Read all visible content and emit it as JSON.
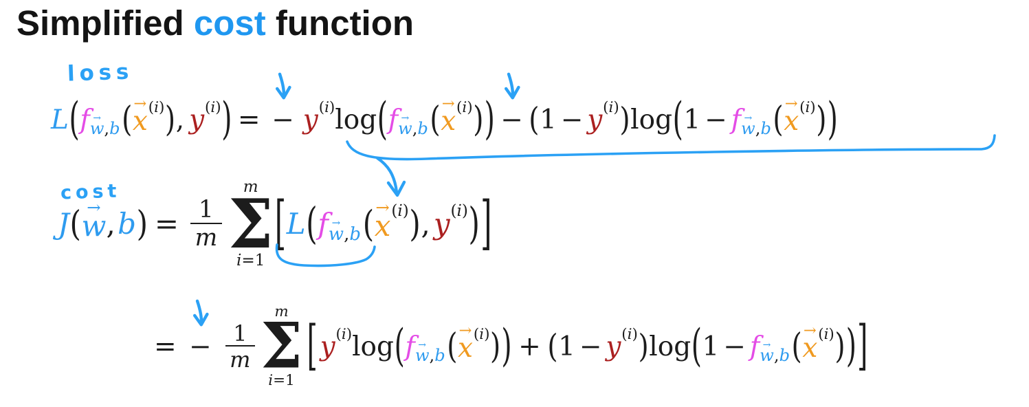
{
  "title": {
    "part1": "Simplified ",
    "part2": "cost",
    "part3": " function"
  },
  "annotations": {
    "loss_label": "loss",
    "cost_label": "cost"
  },
  "colors": {
    "blue": "#2e9bef",
    "magenta": "#e44ce6",
    "orange": "#f09a20",
    "red": "#ab2020",
    "black": "#1c1c1c",
    "pen": "#2ba1f5",
    "title_accent": "#1f97f0",
    "title_text": "#141414"
  },
  "equations": {
    "loss": {
      "label": "loss-function",
      "tokens": [
        {
          "k": "v",
          "v": "L",
          "c": "blue"
        },
        {
          "k": "p",
          "v": "(",
          "h": 1.65
        },
        {
          "k": "v",
          "v": "f",
          "c": "magenta"
        },
        {
          "k": "sub",
          "toks": [
            {
              "k": "vec",
              "v": "w",
              "c": "blue"
            },
            {
              "k": "t",
              "v": ","
            },
            {
              "k": "v",
              "v": "b",
              "c": "blue"
            }
          ]
        },
        {
          "k": "p",
          "v": "(",
          "h": 1.3
        },
        {
          "k": "vec",
          "v": "x",
          "c": "orange"
        },
        {
          "k": "sup",
          "v": "(i)"
        },
        {
          "k": "p",
          "v": ")",
          "h": 1.3
        },
        {
          "k": "t",
          "v": ","
        },
        {
          "k": "sp",
          "w": 0.18
        },
        {
          "k": "v",
          "v": "y",
          "c": "red"
        },
        {
          "k": "sup",
          "v": "(i)"
        },
        {
          "k": "p",
          "v": ")",
          "h": 1.65
        },
        {
          "k": "sp",
          "w": 0.2
        },
        {
          "k": "t",
          "v": "="
        },
        {
          "k": "sp",
          "w": 0.28
        },
        {
          "k": "o",
          "v": "−",
          "a": 1
        },
        {
          "k": "sp",
          "w": 0.18
        },
        {
          "k": "v",
          "v": "y",
          "c": "red"
        },
        {
          "k": "sup",
          "v": "(i)"
        },
        {
          "k": "t",
          "v": "log"
        },
        {
          "k": "p",
          "v": "(",
          "h": 1.65
        },
        {
          "k": "v",
          "v": "f",
          "c": "magenta"
        },
        {
          "k": "sub",
          "toks": [
            {
              "k": "vec",
              "v": "w",
              "c": "blue"
            },
            {
              "k": "t",
              "v": ","
            },
            {
              "k": "v",
              "v": "b",
              "c": "blue"
            }
          ]
        },
        {
          "k": "p",
          "v": "(",
          "h": 1.3
        },
        {
          "k": "vec",
          "v": "x",
          "c": "orange"
        },
        {
          "k": "sup",
          "v": "(i)"
        },
        {
          "k": "p",
          "v": ")",
          "h": 1.3
        },
        {
          "k": "p",
          "v": ")",
          "h": 1.65
        },
        {
          "k": "sp",
          "w": 0.05
        },
        {
          "k": "o",
          "v": "−",
          "a": 1
        },
        {
          "k": "sp",
          "w": 0.05
        },
        {
          "k": "p",
          "v": "(",
          "h": 1.2
        },
        {
          "k": "t",
          "v": "1"
        },
        {
          "k": "o",
          "v": "−"
        },
        {
          "k": "v",
          "v": "y",
          "c": "red"
        },
        {
          "k": "sup",
          "v": "(i)"
        },
        {
          "k": "p",
          "v": ")",
          "h": 1.2
        },
        {
          "k": "t",
          "v": "log"
        },
        {
          "k": "p",
          "v": "(",
          "h": 1.65
        },
        {
          "k": "t",
          "v": "1"
        },
        {
          "k": "o",
          "v": "−"
        },
        {
          "k": "v",
          "v": "f",
          "c": "magenta"
        },
        {
          "k": "sub",
          "toks": [
            {
              "k": "vec",
              "v": "w",
              "c": "blue"
            },
            {
              "k": "t",
              "v": ","
            },
            {
              "k": "v",
              "v": "b",
              "c": "blue"
            }
          ]
        },
        {
          "k": "p",
          "v": "(",
          "h": 1.3
        },
        {
          "k": "vec",
          "v": "x",
          "c": "orange"
        },
        {
          "k": "sup",
          "v": "(i)"
        },
        {
          "k": "p",
          "v": ")",
          "h": 1.3
        },
        {
          "k": "p",
          "v": ")",
          "h": 1.65
        }
      ]
    },
    "cost": {
      "label": "cost-function",
      "tokens": [
        {
          "k": "v",
          "v": "J",
          "c": "blue"
        },
        {
          "k": "p",
          "v": "(",
          "h": 1.2
        },
        {
          "k": "vec",
          "v": "w",
          "c": "blue"
        },
        {
          "k": "t",
          "v": ","
        },
        {
          "k": "sp",
          "w": 0.08
        },
        {
          "k": "v",
          "v": "b",
          "c": "blue"
        },
        {
          "k": "p",
          "v": ")",
          "h": 1.2
        },
        {
          "k": "sp",
          "w": 0.22
        },
        {
          "k": "t",
          "v": "="
        },
        {
          "k": "sp",
          "w": 0.28
        },
        {
          "k": "frac",
          "num": "1",
          "den": "m"
        },
        {
          "k": "sp",
          "w": 0.06
        },
        {
          "k": "sum",
          "top": "m",
          "bot": "i=1"
        },
        {
          "k": "p",
          "v": "[",
          "h": 2.0
        },
        {
          "k": "v",
          "v": "L",
          "c": "blue"
        },
        {
          "k": "p",
          "v": "(",
          "h": 1.5
        },
        {
          "k": "v",
          "v": "f",
          "c": "magenta"
        },
        {
          "k": "sub",
          "toks": [
            {
              "k": "vec",
              "v": "w",
              "c": "blue"
            },
            {
              "k": "t",
              "v": ","
            },
            {
              "k": "v",
              "v": "b",
              "c": "blue"
            }
          ]
        },
        {
          "k": "p",
          "v": "(",
          "h": 1.25
        },
        {
          "k": "vec",
          "v": "x",
          "c": "orange"
        },
        {
          "k": "sup",
          "v": "(i)"
        },
        {
          "k": "p",
          "v": ")",
          "h": 1.25
        },
        {
          "k": "t",
          "v": ","
        },
        {
          "k": "sp",
          "w": 0.12
        },
        {
          "k": "v",
          "v": "y",
          "c": "red"
        },
        {
          "k": "sup",
          "v": "(i)"
        },
        {
          "k": "p",
          "v": ")",
          "h": 1.5
        },
        {
          "k": "p",
          "v": "]",
          "h": 2.0
        }
      ]
    },
    "expanded": {
      "label": "expanded-cost-function",
      "tokens": [
        {
          "k": "t",
          "v": "="
        },
        {
          "k": "sp",
          "w": 0.32
        },
        {
          "k": "o",
          "v": "−",
          "a": 1
        },
        {
          "k": "sp",
          "w": 0.25
        },
        {
          "k": "frac",
          "num": "1",
          "den": "m"
        },
        {
          "k": "sp",
          "w": 0.06
        },
        {
          "k": "sum",
          "top": "m",
          "bot": "i=1"
        },
        {
          "k": "sp",
          "w": 0.12
        },
        {
          "k": "p",
          "v": "[",
          "h": 2.0
        },
        {
          "k": "sp",
          "w": 0.08
        },
        {
          "k": "v",
          "v": "y",
          "c": "red"
        },
        {
          "k": "sup",
          "v": "(i)"
        },
        {
          "k": "t",
          "v": "log"
        },
        {
          "k": "p",
          "v": "(",
          "h": 1.65
        },
        {
          "k": "v",
          "v": "f",
          "c": "magenta"
        },
        {
          "k": "sub",
          "toks": [
            {
              "k": "vec",
              "v": "w",
              "c": "blue"
            },
            {
              "k": "t",
              "v": ","
            },
            {
              "k": "v",
              "v": "b",
              "c": "blue"
            }
          ]
        },
        {
          "k": "p",
          "v": "(",
          "h": 1.3
        },
        {
          "k": "vec",
          "v": "x",
          "c": "orange"
        },
        {
          "k": "sup",
          "v": "(i)"
        },
        {
          "k": "p",
          "v": ")",
          "h": 1.3
        },
        {
          "k": "p",
          "v": ")",
          "h": 1.65
        },
        {
          "k": "sp",
          "w": 0.08
        },
        {
          "k": "o",
          "v": "+"
        },
        {
          "k": "sp",
          "w": 0.08
        },
        {
          "k": "p",
          "v": "(",
          "h": 1.2
        },
        {
          "k": "t",
          "v": "1"
        },
        {
          "k": "o",
          "v": "−"
        },
        {
          "k": "v",
          "v": "y",
          "c": "red"
        },
        {
          "k": "sup",
          "v": "(i)"
        },
        {
          "k": "p",
          "v": ")",
          "h": 1.2
        },
        {
          "k": "t",
          "v": "log"
        },
        {
          "k": "p",
          "v": "(",
          "h": 1.65
        },
        {
          "k": "t",
          "v": "1"
        },
        {
          "k": "o",
          "v": "−"
        },
        {
          "k": "v",
          "v": "f",
          "c": "magenta"
        },
        {
          "k": "sub",
          "toks": [
            {
              "k": "vec",
              "v": "w",
              "c": "blue"
            },
            {
              "k": "t",
              "v": ","
            },
            {
              "k": "v",
              "v": "b",
              "c": "blue"
            }
          ]
        },
        {
          "k": "p",
          "v": "(",
          "h": 1.3
        },
        {
          "k": "vec",
          "v": "x",
          "c": "orange"
        },
        {
          "k": "sup",
          "v": "(i)"
        },
        {
          "k": "p",
          "v": ")",
          "h": 1.3
        },
        {
          "k": "p",
          "v": ")",
          "h": 1.65
        },
        {
          "k": "p",
          "v": "]",
          "h": 2.0
        }
      ]
    }
  }
}
